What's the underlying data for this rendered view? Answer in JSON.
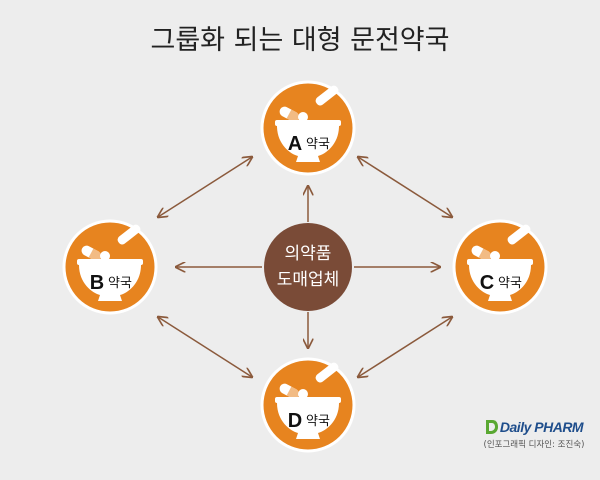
{
  "title": "그룹화 되는 대형 문전약국",
  "center": {
    "line1": "의약품",
    "line2": "도매업체"
  },
  "pharmacies": [
    {
      "id": "a",
      "letter": "A",
      "word": "약국"
    },
    {
      "id": "b",
      "letter": "B",
      "word": "약국"
    },
    {
      "id": "c",
      "letter": "C",
      "word": "약국"
    },
    {
      "id": "d",
      "letter": "D",
      "word": "약국"
    }
  ],
  "logo": {
    "text": "Daily PHARM",
    "credit": "(인포그래픽 디자인: 조진숙)"
  },
  "colors": {
    "orange": "#e7841f",
    "ring": "#ffffff",
    "center": "#7a4b37",
    "arrow": "#8b5a3c",
    "background": "#ededed"
  },
  "icons": {
    "pharmacy": "mortar-pestle-icon",
    "pills": "capsule-icon"
  }
}
